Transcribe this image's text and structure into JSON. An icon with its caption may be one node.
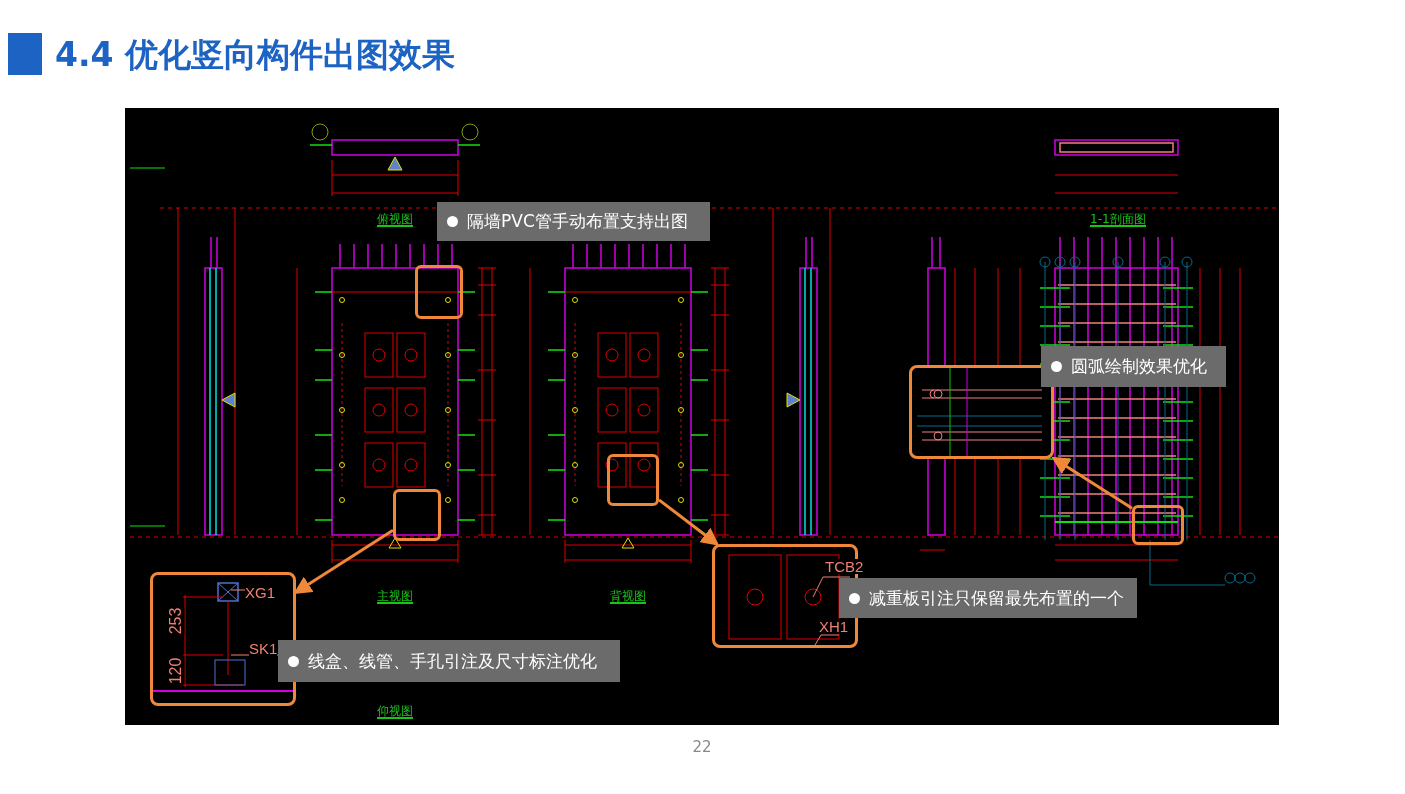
{
  "diagram": {
    "title": "4.4 优化竖向构件出图效果",
    "nodes": [
      {
        "text": [
          "隔墙PVC管手动布置支持出图"
        ]
      },
      {
        "text": [],
        "shape": "box"
      },
      {
        "text": [],
        "shape": "box"
      },
      {
        "text": [
          "XG1",
          "253",
          "SK1",
          "120"
        ]
      },
      {
        "text": [
          "线盒、线管、手孔引注及尺寸标注优化"
        ]
      },
      {
        "text": [],
        "shape": "box"
      },
      {
        "text": [
          "TCB2",
          "XH1"
        ]
      },
      {
        "text": [
          "减重板引注只保留最先布置的一个"
        ]
      },
      {
        "text": [],
        "shape": "box"
      },
      {
        "text": [],
        "shape": "box"
      },
      {
        "text": [
          "圆弧绘制效果优化"
        ]
      }
    ],
    "edges": [
      {
        "from": 2,
        "to": 3,
        "arrow": "to"
      },
      {
        "from": 5,
        "to": 6,
        "arrow": "to"
      },
      {
        "from": 8,
        "to": 9,
        "arrow": "to"
      }
    ],
    "labels": [
      "俯视图",
      "1-1剖面图",
      "主视图",
      "背视图",
      "仰视图",
      "22"
    ]
  }
}
